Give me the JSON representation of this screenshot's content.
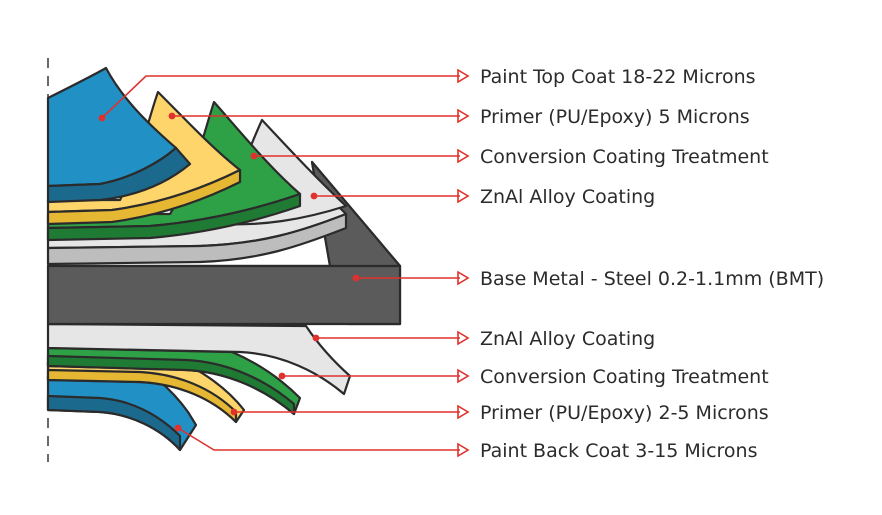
{
  "colors": {
    "paint_coat": "#2190c4",
    "paint_coat_side": "#1b6a8e",
    "primer": "#fdd56b",
    "primer_side": "#e6b733",
    "conversion": "#2ea146",
    "conversion_side": "#1f7a33",
    "znal": "#e6e6e6",
    "znal_side": "#bdbdbd",
    "base_metal": "#5b5b5c",
    "base_metal_side": "#737375",
    "leader": "#e0312c",
    "outline": "#2b2b2b"
  },
  "labels": {
    "top_paint": "Paint Top Coat 18-22 Microns",
    "top_primer": "Primer (PU/Epoxy) 5 Microns",
    "top_conversion": "Conversion Coating Treatment",
    "top_znal": "ZnAl Alloy Coating",
    "base_metal": "Base Metal - Steel 0.2-1.1mm (BMT)",
    "bottom_znal": "ZnAl Alloy Coating",
    "bottom_conversion": "Conversion Coating Treatment",
    "bottom_primer": "Primer (PU/Epoxy) 2-5 Microns",
    "bottom_paint": "Paint Back Coat 3-15 Microns"
  }
}
